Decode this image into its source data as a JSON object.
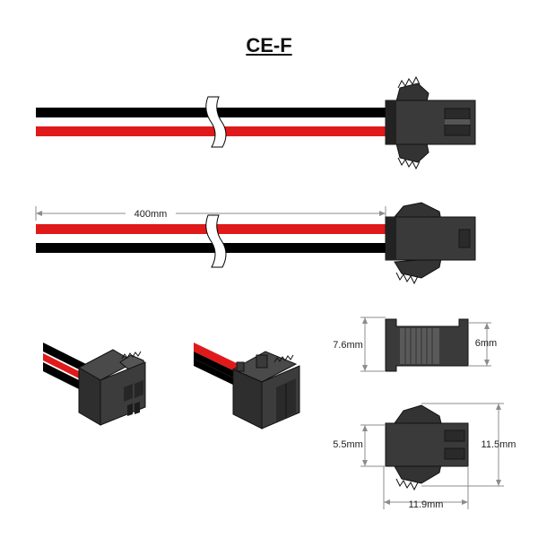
{
  "title": "CE-F",
  "colors": {
    "wire_black": "#000000",
    "wire_red": "#e01a1a",
    "wire_white": "#ffffff",
    "housing": "#3a3a3a",
    "housing_dark": "#262626",
    "dimension_line": "#8c8c8c"
  },
  "dimensions": {
    "cable_length": "400mm",
    "housing_height_total": "7.6mm",
    "housing_height_body": "6mm",
    "pin_pitch_height": "5.5mm",
    "latch_height": "11.5mm",
    "housing_length": "11.9mm"
  }
}
